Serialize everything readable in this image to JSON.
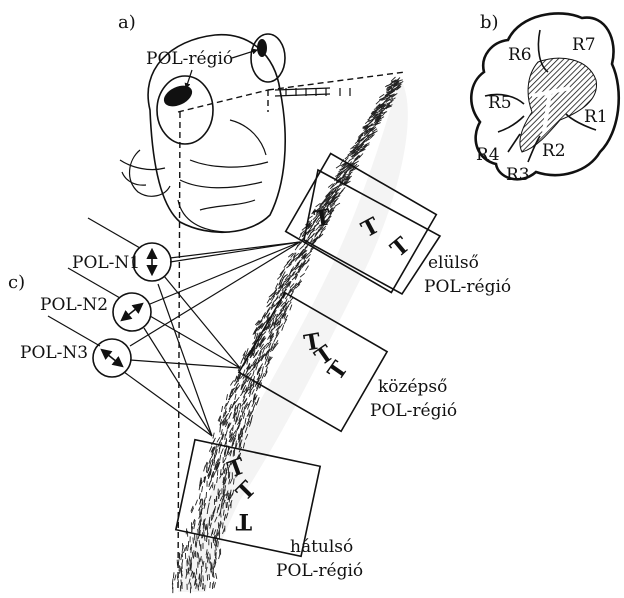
{
  "panels": {
    "a": "a)",
    "b": "b)",
    "c": "c)"
  },
  "head": {
    "pol_region_label": "POL-régió"
  },
  "ommatidium": {
    "cells": [
      "R1",
      "R2",
      "R3",
      "R4",
      "R5",
      "R6",
      "R7"
    ]
  },
  "neurons": [
    {
      "label": "POL-N1"
    },
    {
      "label": "POL-N2"
    },
    {
      "label": "POL-N3"
    }
  ],
  "regions": [
    {
      "line1": "elülső",
      "line2": "POL-régió"
    },
    {
      "line1": "középső",
      "line2": "POL-régió"
    },
    {
      "line1": "hátulsó",
      "line2": "POL-régió"
    }
  ]
}
